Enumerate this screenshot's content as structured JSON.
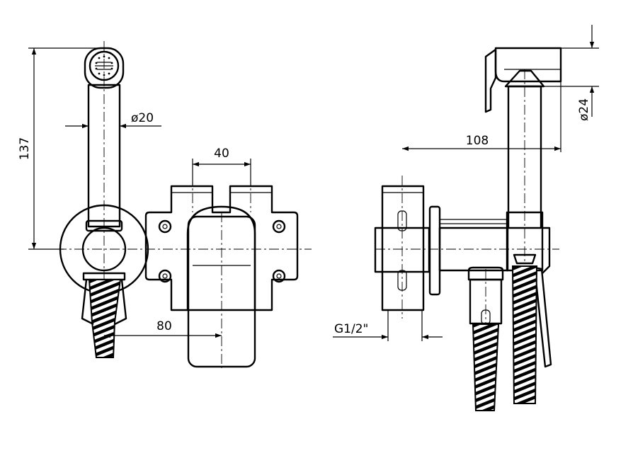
{
  "dimensions": {
    "height_total": "137",
    "handshower_diameter": "ø20",
    "inlet_spacing": "40",
    "lever_projection": "80",
    "depth": "108",
    "head_diameter": "ø24",
    "thread": "G1/2\""
  }
}
